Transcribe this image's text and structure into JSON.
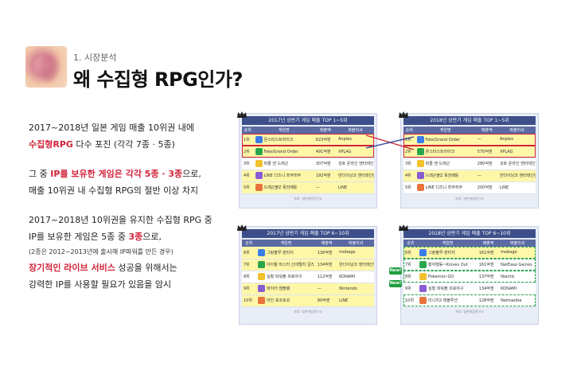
{
  "header": {
    "subtitle": "1. 시장분석",
    "title": "왜 수집형 RPG인가?"
  },
  "bullets": {
    "p1_line1": "2017~2018년 일본 게임 매출 10위권 내에",
    "p1_line2_red": "수집형RPG",
    "p1_line2_rest": " 다수 포진 (각각 7종 · 5종)",
    "p2_a": "그 중 ",
    "p2_red": "IP를 보유한 게임은 각각 5종 · 3종",
    "p2_b": "으로,",
    "p2_line2": "매출 10위권 내 수집형 RPG의 절반 이상 차지",
    "p3_line1": "2017~2018년 10위권을 유지한 수집형 RPG 중",
    "p3_line2_a": "IP를 보유한 게임은 5종 중 ",
    "p3_line2_red": "3종",
    "p3_line2_b": "으로,",
    "p3_small": "(2종은 2012~2013년에 출시해 IP파워를 만든 경우)",
    "p3_line4_red": "장기적인 라이브 서비스",
    "p3_line4_rest": " 성공을 위해서는",
    "p3_line5": "강력한 IP를 사용할 필요가 있음을 암시"
  },
  "panels": {
    "tl": {
      "title": "2017년 상반기 게임 매출 TOP 1~5위",
      "cols": [
        "순위",
        "게임명",
        "매출액",
        "퍼블리셔"
      ],
      "rows": [
        {
          "rank": "1위",
          "name": "몬스터스트라이크",
          "sales": "623억엔",
          "pub": "Anplex"
        },
        {
          "rank": "2위",
          "name": "Fate/Grand Order",
          "sales": "491억엔",
          "pub": "XPLAG"
        },
        {
          "rank": "3위",
          "name": "퍼즐 앤 드래곤",
          "sales": "307억엔",
          "pub": "겅호 온라인 엔터테인먼트"
        },
        {
          "rank": "4위",
          "name": "LINE 디즈니 쯔무쯔무",
          "sales": "192억엔",
          "pub": "반다이남코 엔터테인먼트"
        },
        {
          "rank": "5위",
          "name": "드래곤볼Z 폭전배틀",
          "sales": "—",
          "pub": "LINE"
        }
      ],
      "foot": "자료: 일본게임연구소"
    },
    "tr": {
      "title": "2018년 상반기 게임 매출 TOP 1~5위",
      "cols": [
        "순위",
        "게임명",
        "매출액",
        "퍼블리셔"
      ],
      "rows": [
        {
          "rank": "1위",
          "name": "Fate/Grand Order",
          "sales": "—",
          "pub": "Anplex"
        },
        {
          "rank": "2위",
          "name": "몬스터스트라이크",
          "sales": "570억엔",
          "pub": "XPLAG"
        },
        {
          "rank": "3위",
          "name": "퍼즐 앤 드래곤",
          "sales": "280억엔",
          "pub": "겅호 온라인 엔터테인먼트"
        },
        {
          "rank": "4위",
          "name": "드래곤볼Z 폭전배틀",
          "sales": "—",
          "pub": "반다이남코 엔터테인먼트"
        },
        {
          "rank": "5위",
          "name": "LINE 디즈니 쯔무쯔무",
          "sales": "200억엔",
          "pub": "LINE"
        }
      ],
      "foot": "자료: 일본게임연구소"
    },
    "bl": {
      "title": "2017년 상반기 게임 매출 TOP 6~10위",
      "cols": [
        "순위",
        "게임명",
        "매출액",
        "퍼블리셔"
      ],
      "rows": [
        {
          "rank": "6위",
          "name": "그랑블루 판타지",
          "sales": "136억엔",
          "pub": "mobage"
        },
        {
          "rank": "7위",
          "name": "아이돌 마스터 신데렐라 걸즈 스타라이트 스테이지",
          "sales": "134억엔",
          "pub": "반다이남코 엔터테인먼트"
        },
        {
          "rank": "8위",
          "name": "실황 파워풀 프로야구",
          "sales": "112억엔",
          "pub": "KONAMI"
        },
        {
          "rank": "9위",
          "name": "파이어 엠블렘",
          "sales": "—",
          "pub": "Nintendo"
        },
        {
          "rank": "10위",
          "name": "라인 포코포코",
          "sales": "90억엔",
          "pub": "LINE"
        }
      ],
      "foot": "자료: 일본게임연구소"
    },
    "br": {
      "title": "2018년 상반기 게임 매출 TOP 6~10위",
      "cols": [
        "순위",
        "게임명",
        "매출액",
        "퍼블리셔"
      ],
      "rows": [
        {
          "rank": "6위",
          "name": "그랑블루 판타지",
          "sales": "161억엔",
          "pub": "mobage"
        },
        {
          "rank": "7위",
          "name": "황야행동~Knives Out",
          "sales": "161억엔",
          "pub": "NetEase Games"
        },
        {
          "rank": "8위",
          "name": "Pokemon GO",
          "sales": "137억엔",
          "pub": "Niantic"
        },
        {
          "rank": "9위",
          "name": "실황 파워풀 프로야구",
          "sales": "134억엔",
          "pub": "KONAMI"
        },
        {
          "rank": "10위",
          "name": "리니지2 레볼루션",
          "sales": "128억엔",
          "pub": "Netmarble"
        }
      ],
      "new_label": "New!",
      "foot": "자료: 일본게임연구소"
    }
  },
  "colors": {
    "accent_red": "#d0243a",
    "header_navy": "#3d4f8a",
    "highlight_yellow": "#fff7a8",
    "new_green": "#1e9e3e"
  }
}
